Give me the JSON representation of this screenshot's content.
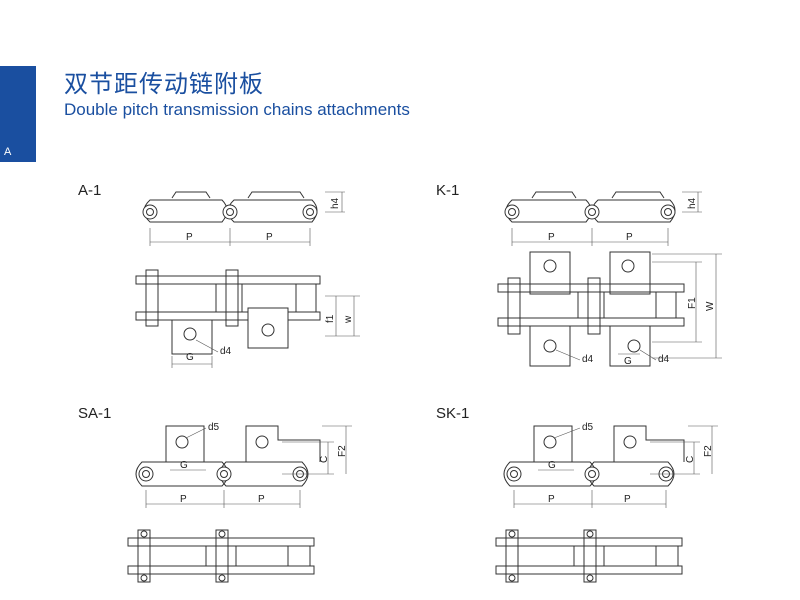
{
  "section_tab": "A",
  "title_cn": "双节距传动链附板",
  "title_en": "Double pitch transmission chains attachments",
  "diagrams": {
    "a1": {
      "label": "A-1",
      "dims": [
        "P",
        "P",
        "h4",
        "G",
        "d4",
        "f1",
        "w"
      ]
    },
    "k1": {
      "label": "K-1",
      "dims": [
        "P",
        "P",
        "h4",
        "F1",
        "W",
        "G",
        "d4",
        "d4"
      ]
    },
    "sa1": {
      "label": "SA-1",
      "dims": [
        "d5",
        "G",
        "C",
        "F2",
        "P",
        "P"
      ]
    },
    "sk1": {
      "label": "SK-1",
      "dims": [
        "d5",
        "G",
        "C",
        "F2",
        "P",
        "P"
      ]
    }
  }
}
